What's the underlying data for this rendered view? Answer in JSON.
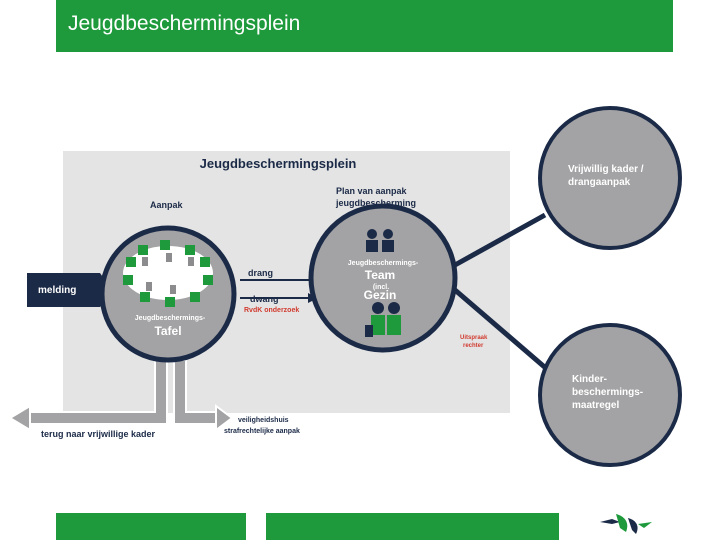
{
  "slide": {
    "title": "Jeugdbeschermingsplein"
  },
  "plein": {
    "title": "Jeugdbeschermingsplein"
  },
  "labels": {
    "aanpak": "Aanpak",
    "plan_line1": "Plan van aanpak",
    "plan_line2": "jeugdbescherming",
    "melding": "melding",
    "drang": "drang",
    "dwang": "dwang",
    "rvdk": "RvdK onderzoek",
    "tafel_small": "Jeugdbeschermings-",
    "tafel_big": "Tafel",
    "team_small": "Jeugdbeschermings-",
    "team_big": "Team",
    "team_incl": "(incl.",
    "team_gezin": "Gezin",
    "uitspraak_line1": "Uitspraak",
    "uitspraak_line2": "rechter",
    "vrijwillig_line1": "Vrijwillig kader /",
    "vrijwillig_line2": "drangaanpak",
    "kinder_line1": "Kinder-",
    "kinder_line2": "beschermings-",
    "kinder_line3": "maatregel",
    "terug": "terug naar vrijwillige kader",
    "veiligheid_line1": "veiligheidshuis",
    "veiligheid_line2": "strafrechtelijke aanpak"
  },
  "colors": {
    "brand_green": "#1e9a3c",
    "navy": "#1b2a47",
    "panel_gray": "#e4e4e4",
    "circle_gray": "#a3a3a5",
    "red_text": "#d13b2f"
  }
}
